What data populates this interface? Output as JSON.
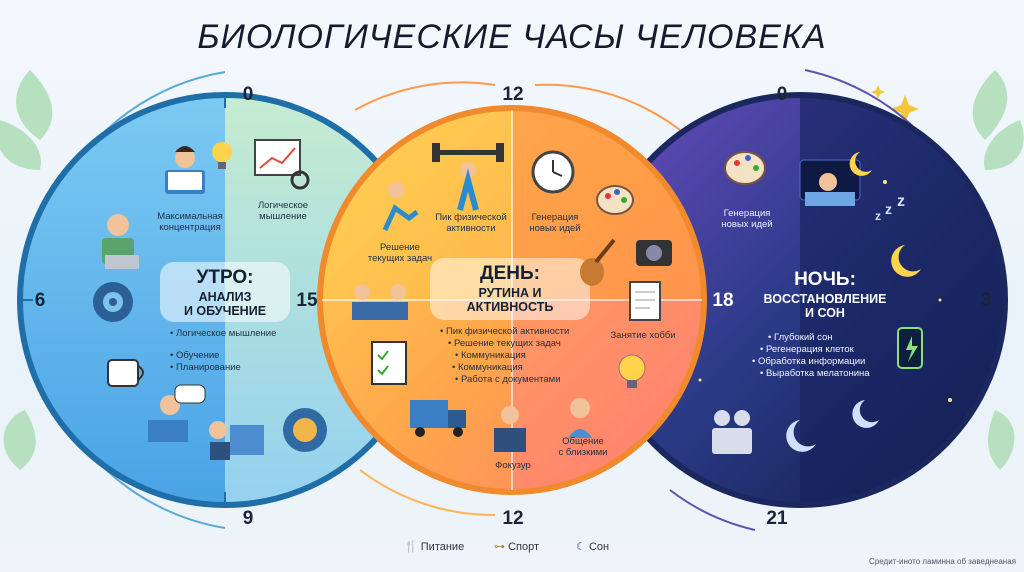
{
  "title": "БИОЛОГИЧЕСКИЕ ЧАСЫ ЧЕЛОВЕКА",
  "hours": {
    "left_top": "0",
    "left_left": "6",
    "left_right": "15",
    "left_bottom": "9",
    "mid_top": "12",
    "mid_right": "18",
    "mid_bottom": "12",
    "right_top": "0",
    "right_right": "3",
    "right_bottom": "21"
  },
  "morning": {
    "heading": "УТРО:",
    "subheading": "АНАЛИЗ\nИ ОБУЧЕНИЕ",
    "labels": [
      "Максимальная\nконцентрация",
      "Логическое\nмышление"
    ],
    "bullets": [
      "• Логическое мышление",
      "• Обучение",
      "• Планирование"
    ]
  },
  "day": {
    "heading": "ДЕНЬ:",
    "subheading": "РУТИНА И\nАКТИВНОСТЬ",
    "labels": [
      "Пик физической\nактивности",
      "Генерация\nновых идей",
      "Решение\nтекущих задач",
      "Занятие хобби",
      "Фокузур",
      "Общение\nс близкими"
    ],
    "bullets": [
      "• Пик физической активности",
      "• Решение текущих задач",
      "• Коммуникация",
      "• Коммуникация",
      "• Работа с документами"
    ]
  },
  "night": {
    "heading": "НОЧЬ:",
    "subheading": "ВОССТАНОВЛЕНИЕ\nИ СОН",
    "labels": [
      "Генерация\nновых идей"
    ],
    "bullets": [
      "• Глубокий сон",
      "• Регенерация клеток",
      "• Обработка информации",
      "• Выработка мелатонина"
    ]
  },
  "legend": {
    "food": "Питание",
    "sport": "Спорт",
    "sleep": "Сон"
  },
  "credit": "Средит-иното ламинна об заведнеаная",
  "colors": {
    "blue": "#2f8fd6",
    "orange": "#f28a35",
    "navy": "#1d2c63",
    "purple": "#5b3f9e",
    "green": "#6cc08a"
  },
  "icons": [
    "reading-person-icon",
    "lightbulb-icon",
    "chart-magnifier-icon",
    "student-laptop-icon",
    "gear-target-icon",
    "coffee-cup-icon",
    "meeting-icon",
    "computer-user-icon",
    "brain-gear-icon",
    "runner-icon",
    "weightlifter-icon",
    "clock-gears-icon",
    "palette-icon",
    "guitar-icon",
    "camera-icon",
    "notepad-icon",
    "checklist-icon",
    "truck-icon",
    "sleeping-person-icon",
    "moon-icon",
    "battery-icon",
    "film-camera-icon"
  ]
}
